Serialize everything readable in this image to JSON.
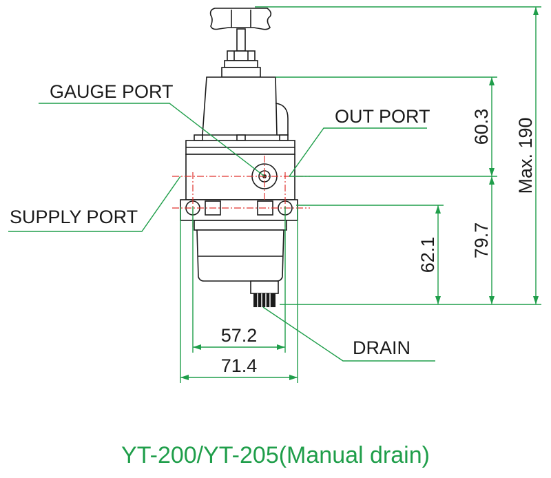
{
  "labels": {
    "gauge_port": "GAUGE PORT",
    "out_port": "OUT PORT",
    "supply_port": "SUPPLY PORT",
    "drain": "DRAIN"
  },
  "dimensions": {
    "d1": "60.3",
    "d2": "Max. 190",
    "d3": "79.7",
    "d4": "62.1",
    "d5": "57.2",
    "d6": "71.4"
  },
  "caption": "YT-200/YT-205(Manual drain)",
  "colors": {
    "dimension_line": "#1f9e4a",
    "caption": "#1f9e4a",
    "centerline": "#e0332e",
    "outline": "#1a1a1a"
  }
}
